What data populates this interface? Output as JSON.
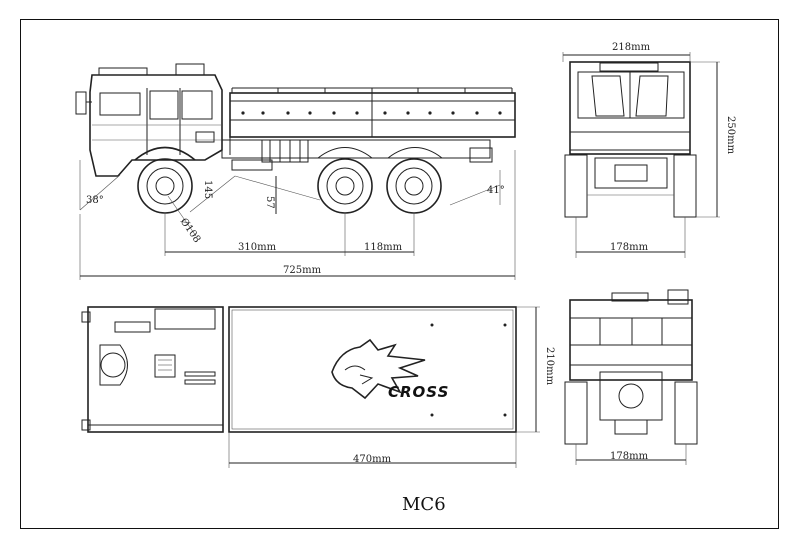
{
  "drawing": {
    "model": "MC6",
    "brand": "CROSS",
    "side_view": {
      "overall_length": "725mm",
      "wheelbase_front": "310mm",
      "wheelbase_rear": "118mm",
      "approach_angle": "38°",
      "departure_angle": "41°",
      "breakover_angle": "145",
      "ground_clearance": "57",
      "wheel_diameter": "Ø108"
    },
    "rear_view": {
      "width": "218mm",
      "height": "250mm",
      "track": "178mm"
    },
    "top_view": {
      "bed_length": "470mm",
      "bed_width": "210mm"
    },
    "front_view": {
      "track": "178mm"
    }
  }
}
